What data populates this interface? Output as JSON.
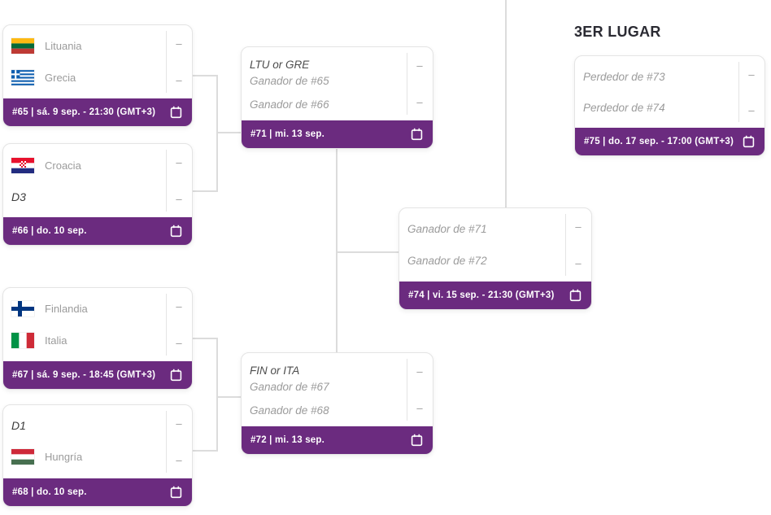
{
  "heading": {
    "third_place": "3ER LUGAR"
  },
  "colors": {
    "accent_purple": "#6b2b7f",
    "card_border": "#e4e4e4",
    "connector_line": "#dcdcdc",
    "muted_text": "#9b9b9b",
    "dark_text": "#3c3c3c",
    "heading_text": "#2b2b33"
  },
  "icons": {
    "calendar": "calendar-icon",
    "flags": [
      "lithuania-flag-icon",
      "greece-flag-icon",
      "croatia-flag-icon",
      "finland-flag-icon",
      "italy-flag-icon",
      "hungary-flag-icon"
    ]
  },
  "matches": {
    "m65": {
      "team1": "Lituania",
      "team2": "Grecia",
      "flag1": "lithuania-flag-icon",
      "flag2": "greece-flag-icon",
      "score1": "–",
      "score2": "–",
      "footer": "#65 | sá. 9 sep. - 21:30 (GMT+3)"
    },
    "m66": {
      "team1": "Croacia",
      "team2": "D3",
      "flag1": "croatia-flag-icon",
      "score1": "–",
      "score2": "–",
      "footer": "#66 | do. 10 sep."
    },
    "m67": {
      "team1": "Finlandia",
      "team2": "Italia",
      "flag1": "finland-flag-icon",
      "flag2": "italy-flag-icon",
      "score1": "–",
      "score2": "–",
      "footer": "#67 | sá. 9 sep. - 18:45 (GMT+3)"
    },
    "m68": {
      "team1": "D1",
      "team2": "Hungría",
      "flag2": "hungary-flag-icon",
      "score1": "–",
      "score2": "–",
      "footer": "#68 | do. 10 sep."
    },
    "m71": {
      "hint1": "LTU or GRE",
      "team1": "Ganador de #65",
      "team2": "Ganador de #66",
      "score1": "–",
      "score2": "–",
      "footer": "#71 | mi. 13 sep."
    },
    "m72": {
      "hint1": "FIN or ITA",
      "team1": "Ganador de #67",
      "team2": "Ganador de #68",
      "score1": "–",
      "score2": "–",
      "footer": "#72 | mi. 13 sep."
    },
    "m74": {
      "team1": "Ganador de #71",
      "team2": "Ganador de #72",
      "score1": "–",
      "score2": "–",
      "footer": "#74 | vi. 15 sep. - 21:30 (GMT+3)"
    },
    "m75": {
      "team1": "Perdedor de #73",
      "team2": "Perdedor de #74",
      "score1": "–",
      "score2": "–",
      "footer": "#75 | do. 17 sep. - 17:00 (GMT+3)"
    }
  }
}
